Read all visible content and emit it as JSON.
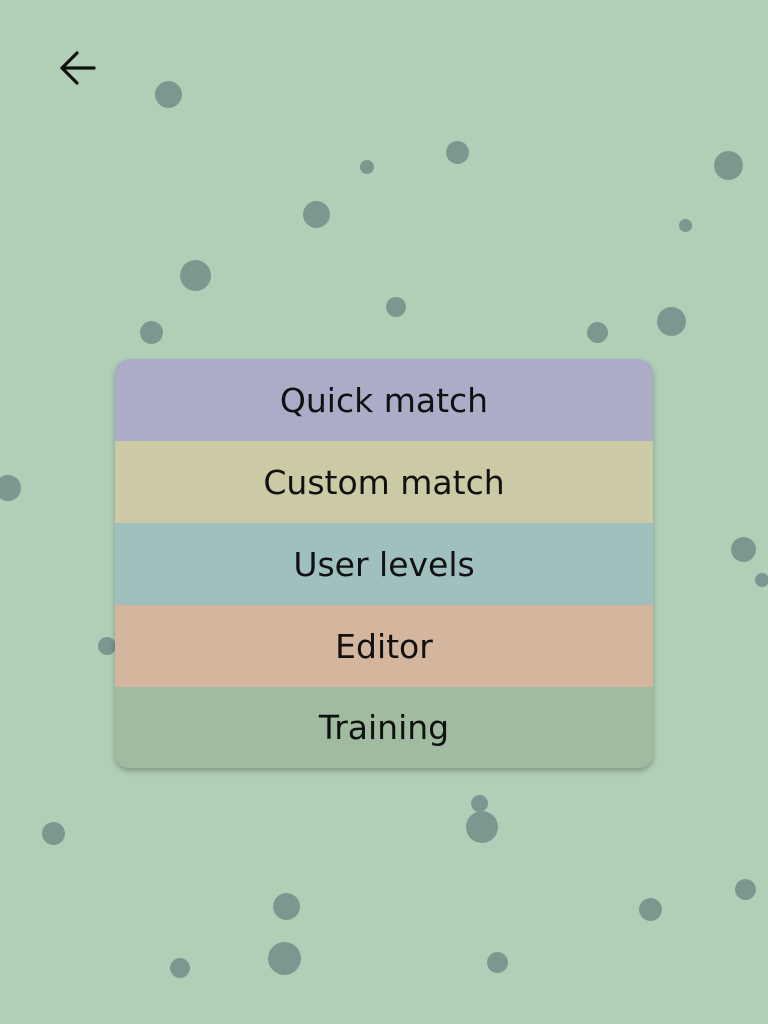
{
  "colors": {
    "background": "#b1cfb6",
    "dot": "#7a9890",
    "icon": "#111111"
  },
  "back_icon": "arrow-left-icon",
  "menu": {
    "items": [
      {
        "key": "quick-match",
        "label": "Quick match",
        "color": "#abadc8"
      },
      {
        "key": "custom-match",
        "label": "Custom match",
        "color": "#cbcaa4"
      },
      {
        "key": "user-levels",
        "label": "User levels",
        "color": "#a0bfbf"
      },
      {
        "key": "editor",
        "label": "Editor",
        "color": "#d4b59e"
      },
      {
        "key": "training",
        "label": "Training",
        "color": "#a0bba0"
      }
    ]
  }
}
